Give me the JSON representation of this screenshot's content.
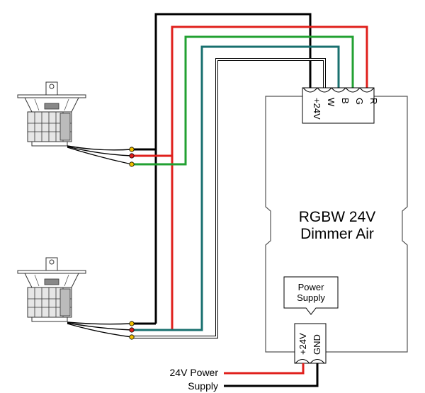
{
  "dimmer": {
    "title_line1": "RGBW 24V",
    "title_line2": "Dimmer Air"
  },
  "output_terminals": [
    "+24V",
    "W",
    "B",
    "G",
    "R"
  ],
  "power_supply": {
    "line1": "Power",
    "line2": "Supply"
  },
  "input_terminals": [
    "+24V",
    "GND"
  ],
  "supply_label": {
    "line1": "24V Power",
    "line2": "Supply"
  },
  "wire_colors": {
    "positive": "#000000",
    "red": "#e0201c",
    "green": "#22a132",
    "blue": "#19706f",
    "white": "#ffffff",
    "supply_red": "#e0201c",
    "supply_black": "#000000"
  }
}
